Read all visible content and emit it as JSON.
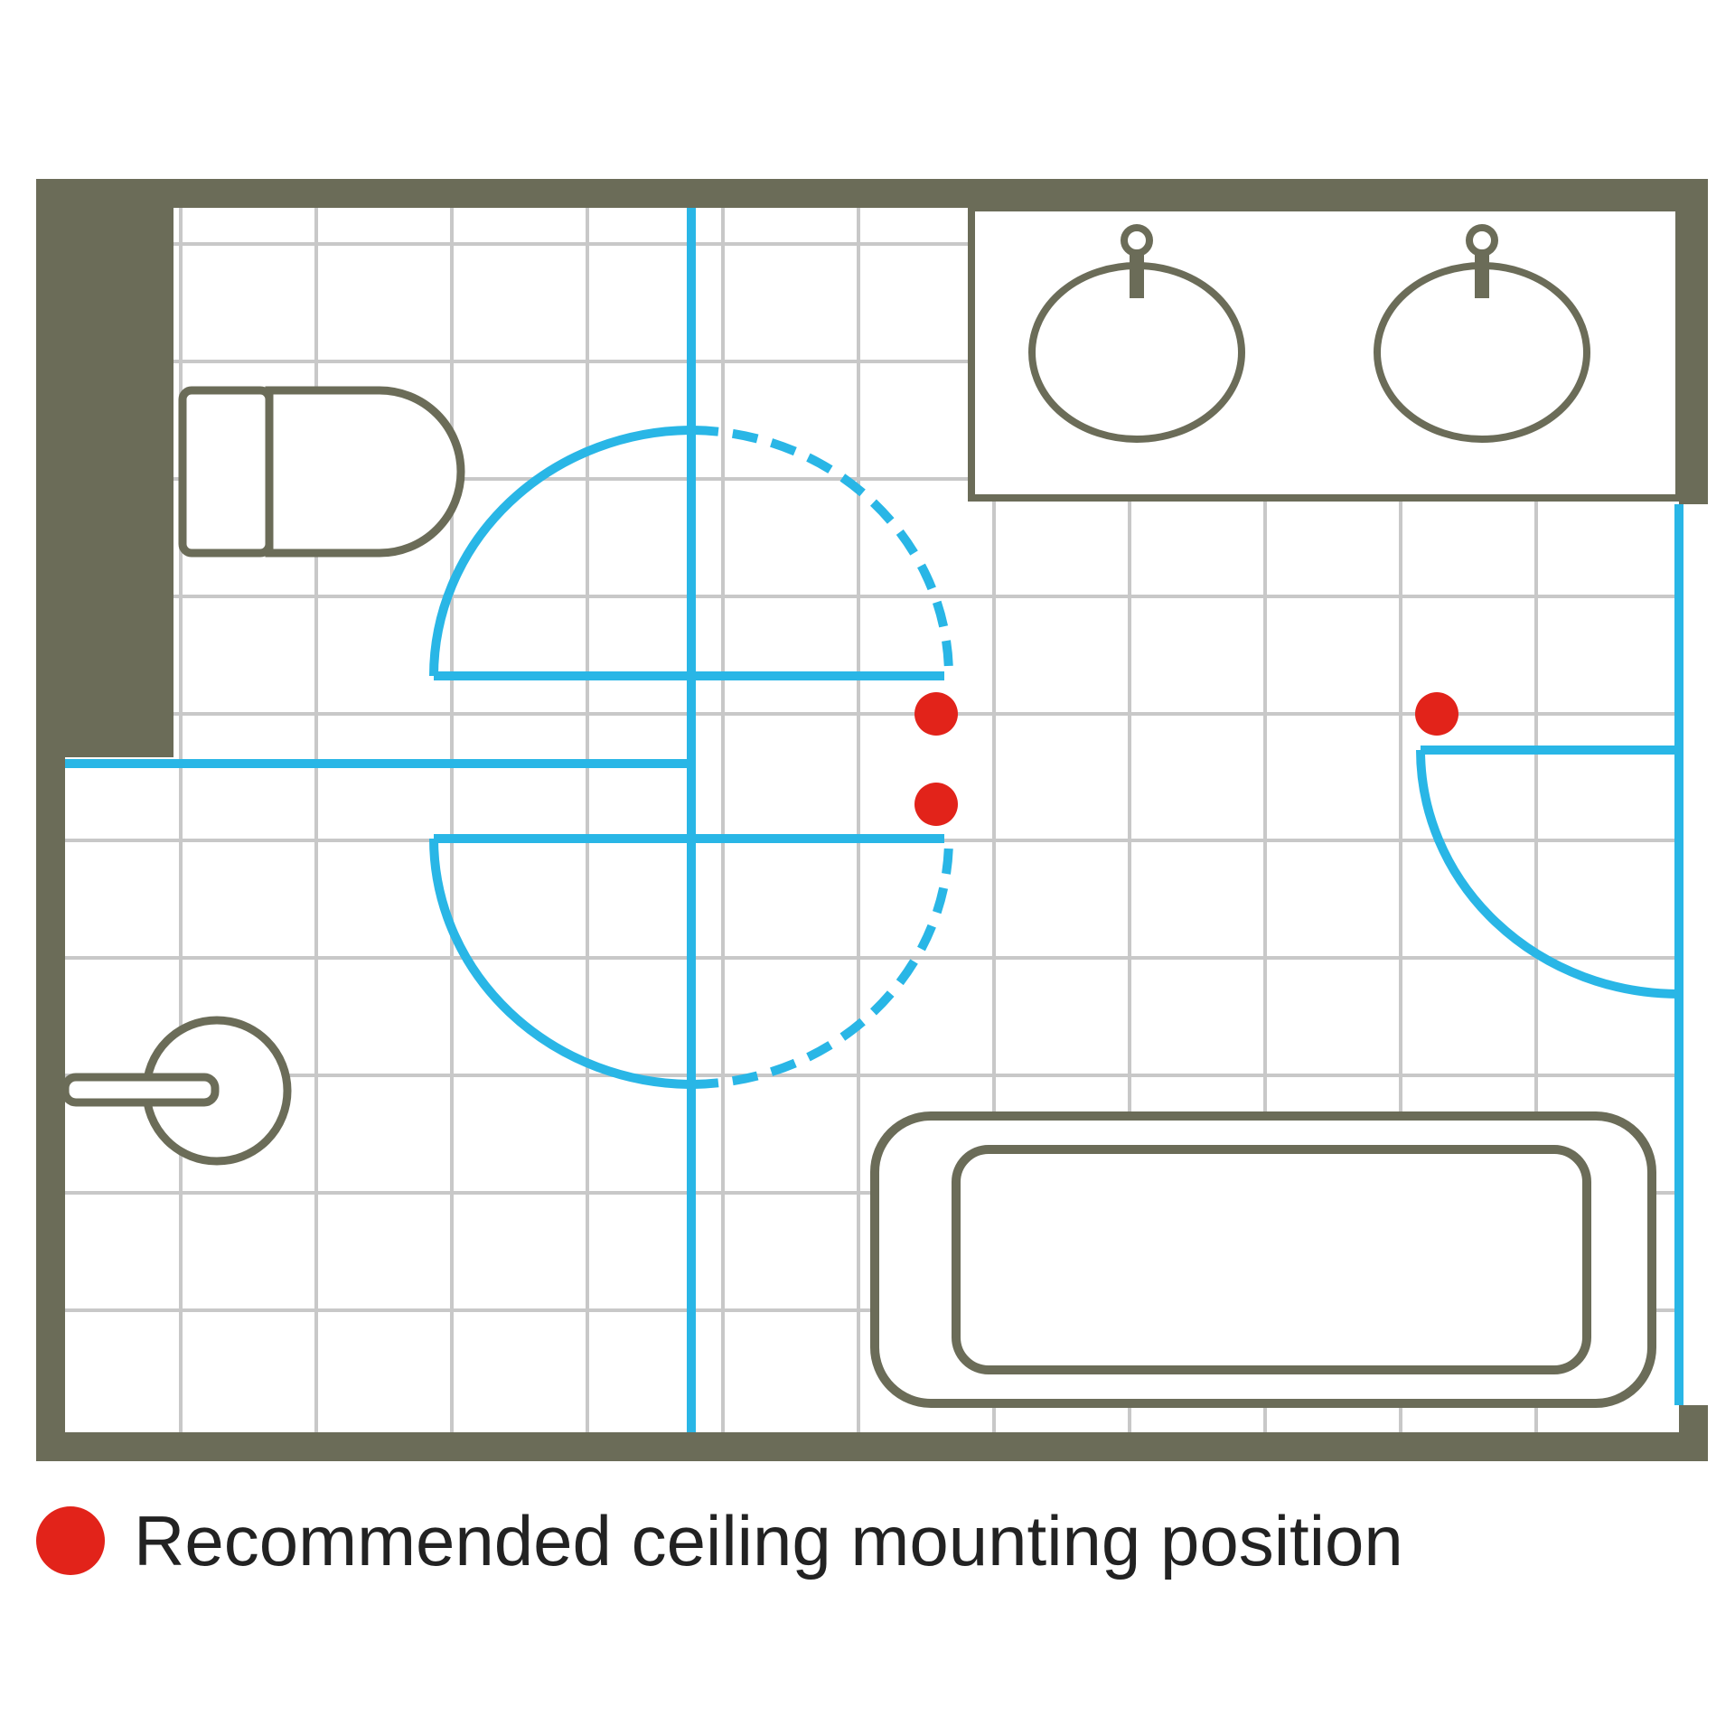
{
  "diagram": {
    "type": "bathroom-floor-plan",
    "colors": {
      "wall": "#6b6c58",
      "fixture_outline": "#6b6c58",
      "tile_grid": "#c8c8c8",
      "zone_lines": "#29b6e6",
      "mounting_marker": "#e2231a",
      "background": "#ffffff"
    },
    "fixtures": [
      {
        "name": "toilet",
        "icon": "toilet-icon"
      },
      {
        "name": "double-vanity",
        "icon": "sink-icon",
        "count": 2
      },
      {
        "name": "shower",
        "icon": "shower-icon"
      },
      {
        "name": "bathtub",
        "icon": "bathtub-icon"
      }
    ],
    "mounting_positions_count": 3
  },
  "legend": {
    "marker_color": "#e2231a",
    "label": "Recommended ceiling mounting position"
  }
}
